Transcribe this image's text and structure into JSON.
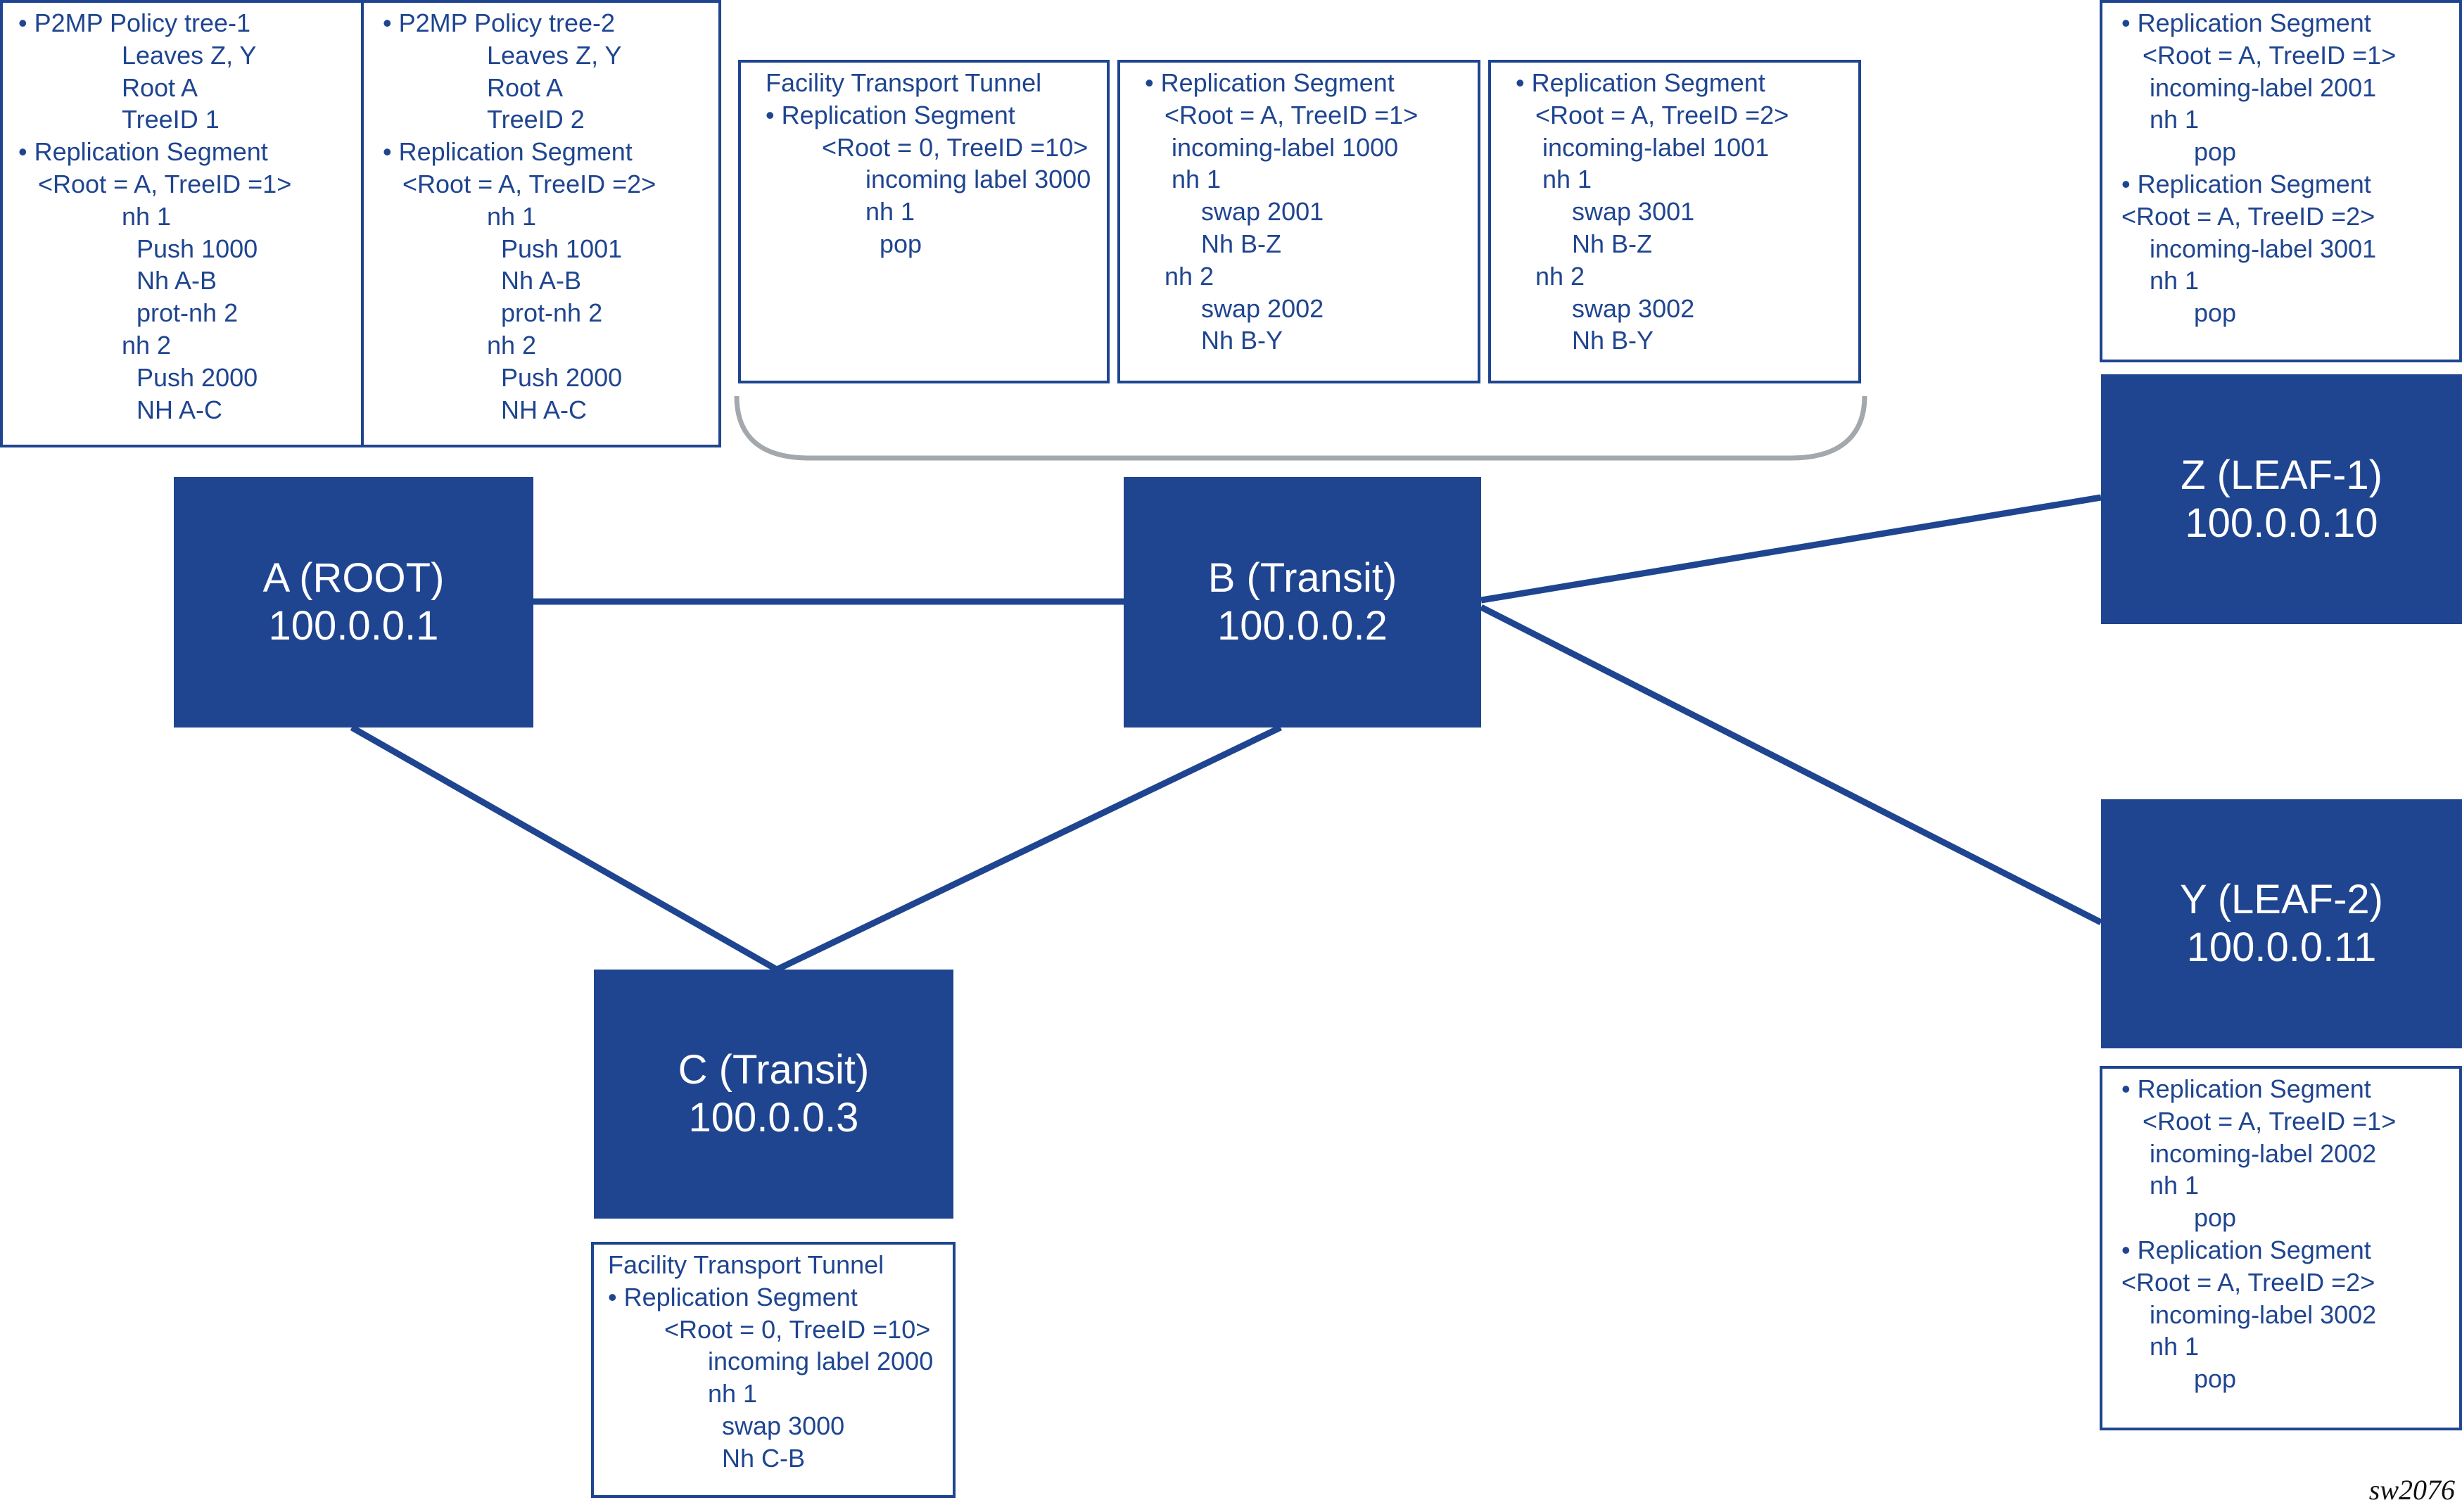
{
  "nodes": {
    "a": {
      "name": "A (ROOT)",
      "ip": "100.0.0.1"
    },
    "b": {
      "name": "B (Transit)",
      "ip": "100.0.0.2"
    },
    "c": {
      "name": "C (Transit)",
      "ip": "100.0.0.3"
    },
    "z": {
      "name": "Z (LEAF-1)",
      "ip": "100.0.0.10"
    },
    "y": {
      "name": "Y (LEAF-2)",
      "ip": "100.0.0.11"
    }
  },
  "boxes": {
    "policy_tree_1": [
      "• P2MP Policy tree-1",
      "Leaves Z, Y",
      "Root A",
      "TreeID 1",
      "• Replication Segment",
      "<Root = A, TreeID =1>",
      "nh 1",
      "Push 1000",
      "Nh A-B",
      "prot-nh 2",
      "nh 2",
      "Push 2000",
      "NH A-C"
    ],
    "policy_tree_2": [
      "• P2MP Policy tree-2",
      "Leaves Z, Y",
      "Root A",
      "TreeID 2",
      "• Replication Segment",
      "<Root = A, TreeID =2>",
      "nh 1",
      "Push 1001",
      "Nh A-B",
      "prot-nh 2",
      "nh 2",
      "Push 2000",
      "NH A-C"
    ],
    "b_facility_tunnel": [
      "Facility Transport Tunnel",
      "• Replication Segment",
      "<Root = 0, TreeID =10>",
      "incoming label 3000",
      "nh 1",
      "pop"
    ],
    "b_segment_tree_1": [
      "• Replication Segment",
      "<Root = A, TreeID =1>",
      "incoming-label 1000",
      "nh 1",
      "swap 2001",
      "Nh B-Z",
      "nh 2",
      "swap 2002",
      "Nh B-Y"
    ],
    "b_segment_tree_2": [
      "• Replication Segment",
      "<Root = A, TreeID =2>",
      "incoming-label 1001",
      "nh 1",
      "swap 3001",
      "Nh B-Z",
      "nh 2",
      "swap 3002",
      "Nh B-Y"
    ],
    "z_segments": [
      "• Replication Segment",
      "<Root = A, TreeID =1>",
      "incoming-label 2001",
      "nh 1",
      "pop",
      "• Replication Segment",
      "<Root = A, TreeID =2>",
      "incoming-label 3001",
      "nh 1",
      "pop"
    ],
    "y_segments": [
      "• Replication Segment",
      "<Root = A, TreeID =1>",
      "incoming-label 2002",
      "nh 1",
      "pop",
      "• Replication Segment",
      "<Root = A, TreeID =2>",
      "incoming-label 3002",
      "nh 1",
      "pop"
    ],
    "c_facility_tunnel": [
      "Facility Transport Tunnel",
      "• Replication Segment",
      "<Root = 0, TreeID =10>",
      "incoming label 2000",
      "nh 1",
      "swap 3000",
      "Nh C-B"
    ]
  },
  "credit": "sw2076",
  "colors": {
    "node_fill": "#1f4590",
    "link": "#1f4590",
    "text": "#1f4590",
    "brace": "#a3a8ad"
  }
}
